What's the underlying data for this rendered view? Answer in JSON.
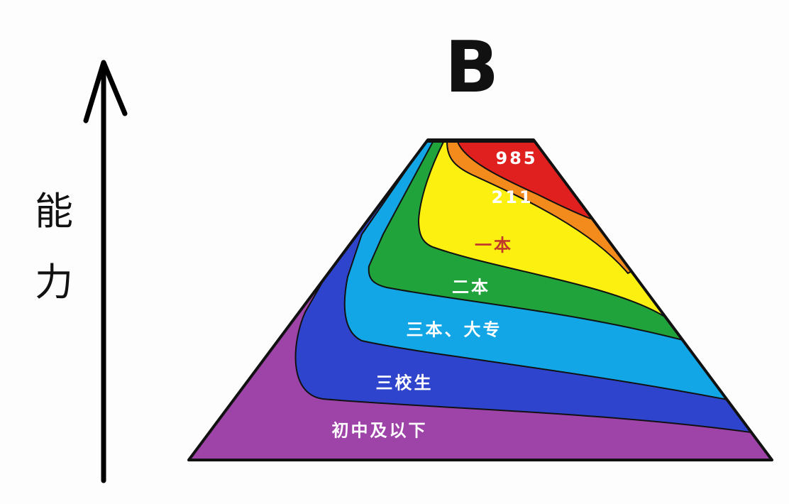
{
  "diagram": {
    "title": "B",
    "axis": {
      "label_chars": [
        "能",
        "力"
      ]
    },
    "levels": [
      {
        "label": "985",
        "color": "#e0201f"
      },
      {
        "label": "211",
        "color": "#f28a1c"
      },
      {
        "label": "一本",
        "color": "#fbf00f"
      },
      {
        "label": "二本",
        "color": "#20a33a"
      },
      {
        "label": "三本、大专",
        "color": "#12a6e6"
      },
      {
        "label": "三校生",
        "color": "#2f44cc"
      },
      {
        "label": "初中及以下",
        "color": "#9e43a8"
      }
    ]
  }
}
